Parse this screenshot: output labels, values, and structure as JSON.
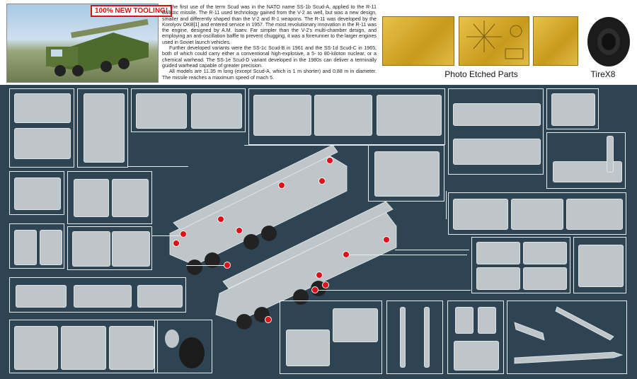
{
  "badge": "100% NEW TOOLING!",
  "description": [
    "The first use of the term Scud was in the NATO name SS-1b Scud-A, applied to the R-11 ballistic missile. The R-11 used technology gained from the V-2 as well, but was a new design, smaller and differently shaped than the V-2 and R-1 weapons. The R-11 was developed by the Korolyov OKB[1] and entered service in 1957. The most revolutionary innovation in the R-11 was the engine, designed by A.M. Isaev. Far simpler than the V-2's multi-chamber design, and employing an anti-oscillation baffle to prevent chugging, it was a forerunner to the larger engines used in Soviet launch vehicles.",
    "Further developed variants were the SS-1c Scud-B in 1961 and the SS-1d Scud-C in 1965, both of which could carry either a conventional high-explosive, a 5- to 80-kiloton nuclear, or a chemical warhead. The SS-1e Scud-D variant developed in the 1980s can deliver a terminally guided warhead capable of greater precision.",
    "All models are 11.35 m long (except Scud-A, which is 1 m shorter) and 0.88 m in diameter. The missile reaches a maximum speed of mach 5."
  ],
  "photo_etched_label": "Photo Etched Parts",
  "tire_label": "TireX8",
  "colors": {
    "background": "#2f4452",
    "accent_dot": "#e0101a",
    "fret": "#d9b13a"
  }
}
